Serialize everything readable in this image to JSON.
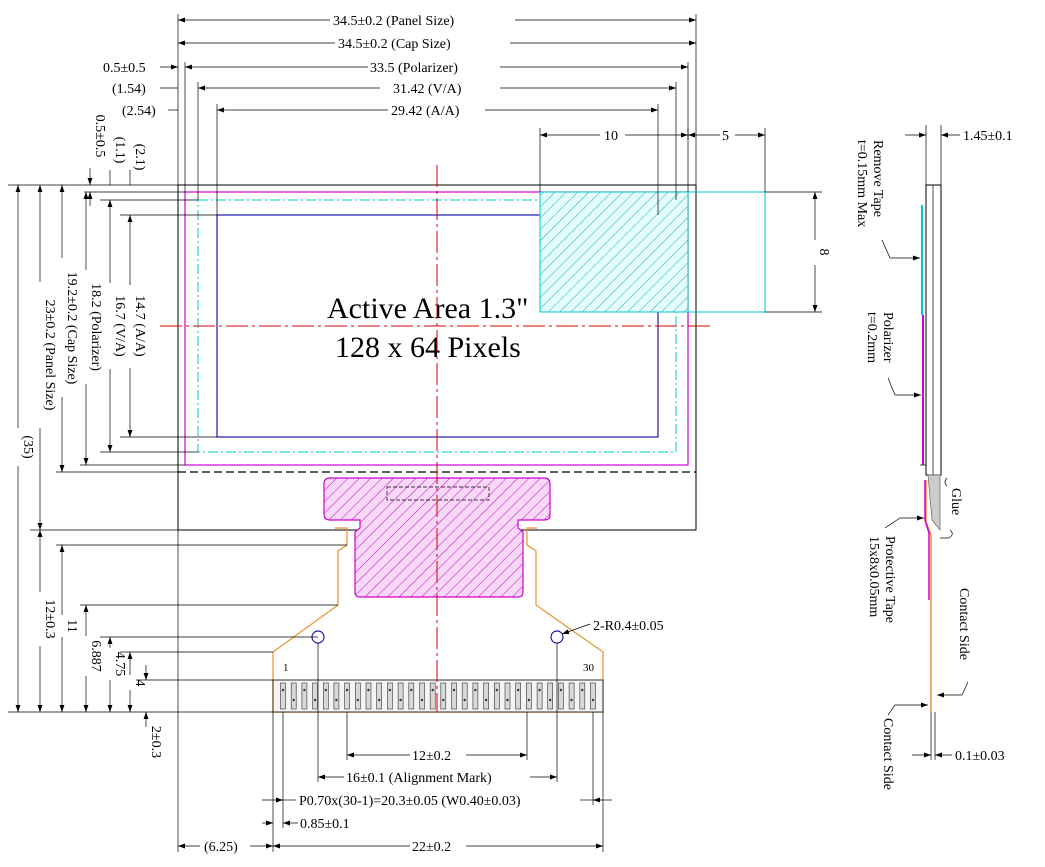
{
  "front_view": {
    "active_area_title": "Active Area 1.3\"",
    "pixel_count": "128 x 64 Pixels",
    "dims": {
      "panel_width": "34.5±0.2 (Panel Size)",
      "cap_width": "34.5±0.2 (Cap Size)",
      "pol_offset_h": "0.5±0.5",
      "polarizer_width": "33.5 (Polarizer)",
      "va_offset_h": "(1.54)",
      "va_width": "31.42 (V/A)",
      "aa_offset_h": "(2.54)",
      "aa_width": "29.42 (A/A)",
      "ten": "10",
      "five": "5",
      "eight": "8",
      "pol_offset_v": "0.5±0.5",
      "va_offset_v": "(1.1)",
      "aa_offset_v": "(2.1)",
      "aa_height": "14.7 (A/A)",
      "va_height": "16.7 (V/A)",
      "polarizer_height": "18.2 (Polarizer)",
      "cap_height": "19.2±0.2 (Cap Size)",
      "panel_height": "23±0.2 (Panel Size)",
      "total_height": "(35)",
      "fpc_length": "12±0.3",
      "eleven": "11",
      "d6887": "6.887",
      "d475": "4.75",
      "four": "4",
      "two": "2±0.3",
      "radius": "2-R0.4±0.05",
      "pin_first": "1",
      "pin_last": "30",
      "width_12": "12±0.2",
      "alignment_mark": "16±0.1 (Alignment Mark)",
      "pitch": "P0.70x(30-1)=20.3±0.05 (W0.40±0.03)",
      "d085": "0.85±0.1",
      "d625": "(6.25)",
      "fpc_width": "22±0.2"
    }
  },
  "side_view": {
    "thickness": "1.45±0.1",
    "remove_tape": "Remove Tape",
    "remove_tape_spec": "t=0.15mm Max",
    "polarizer": "Polarizer",
    "polarizer_spec": "t=0.2mm",
    "glue": "Glue",
    "protective_tape": "Protective Tape",
    "protective_tape_spec": "15x8x0.05mm",
    "contact_side_top": "Contact Side",
    "contact_side_bottom": "Contact Side",
    "fpc_thickness": "0.1±0.03"
  },
  "colors": {
    "centerline": "#d40000",
    "polarizer_outline": "#d000d0",
    "active_area_outline": "#1a1aa8",
    "viewing_area_outline": "#00c8c8",
    "fpc_outline": "#e89030"
  }
}
